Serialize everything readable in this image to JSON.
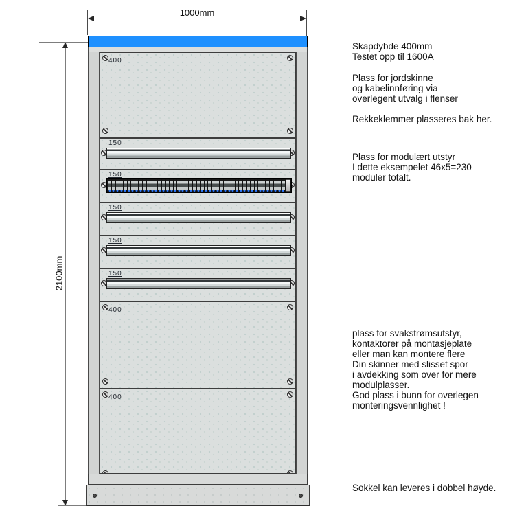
{
  "dimensions": {
    "width_label": "1000mm",
    "height_label": "2100mm"
  },
  "cabinet": {
    "panels": [
      {
        "label": "400",
        "type": "blank"
      },
      {
        "label": "150",
        "type": "slot"
      },
      {
        "label": "150",
        "type": "breakers",
        "module_count": 46
      },
      {
        "label": "150",
        "type": "slot"
      },
      {
        "label": "150",
        "type": "slot"
      },
      {
        "label": "150",
        "type": "slot"
      },
      {
        "label": "400",
        "type": "blank"
      },
      {
        "label": "400",
        "type": "blank"
      }
    ]
  },
  "annotations": {
    "depth_rating": [
      "Skapdybde 400mm",
      "Testet opp til 1600A"
    ],
    "earth_bar": [
      "Plass for jordskinne",
      "og kabelinnføring via",
      "overlegent utvalg i flenser"
    ],
    "terminals": [
      "Rekkeklemmer plasseres bak her."
    ],
    "modular": [
      "Plass for modulært utstyr",
      "I dette eksempelet 46x5=230",
      "moduler totalt."
    ],
    "low_voltage": [
      "plass for svakstrømsutstyr,",
      "kontaktorer på montasjeplate",
      "eller man kan montere flere",
      "Din skinner med slisset spor",
      "i avdekking som over for mere",
      "modulplasser.",
      "God plass i bunn for overlegen",
      "monteringsvennlighet !"
    ],
    "plinth": [
      "Sokkel kan leveres i dobbel høyde."
    ]
  },
  "colors": {
    "top_bar_blue": "#1e90ff",
    "panel_gray": "#dbdfde",
    "breaker_dot_blue": "#2e7bff"
  }
}
